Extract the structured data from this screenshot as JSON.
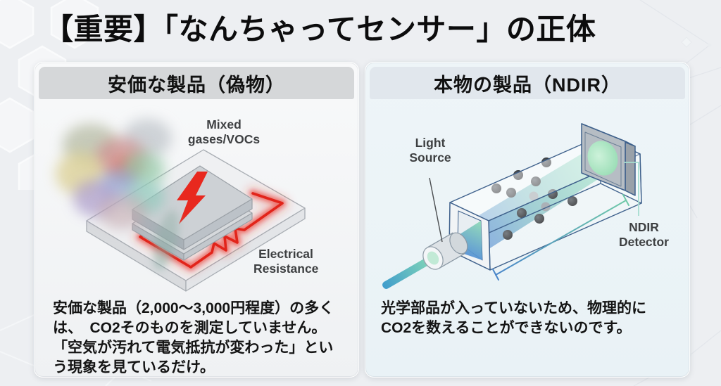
{
  "title": "【重要】「なんちゃってセンサー」の正体",
  "left_card": {
    "header": "安価な製品（偽物）",
    "gas_label": "Mixed gases/VOCs",
    "resistance_label": "Electrical\nResistance",
    "body_lines": [
      "安価な製品（2,000〜3,000円程度）の多く",
      "は、　CO2そのものを測定していません。",
      "「空気が汚れて電気抵抗が変わった」とい",
      "う現象を見ているだけ。"
    ]
  },
  "right_card": {
    "header": "本物の製品（NDIR）",
    "light_source_label": "Light\nSource",
    "detector_label": "NDIR\nDetector",
    "body_lines": [
      "光学部品が入っていないため、物理的に",
      "CO2を数えることができないのです。"
    ]
  },
  "colors": {
    "accent_red": "#e8281e",
    "beam_blue": "#5288d4",
    "beam_green": "#a5e6c6",
    "dimension_teal": "#6fc9a8"
  }
}
